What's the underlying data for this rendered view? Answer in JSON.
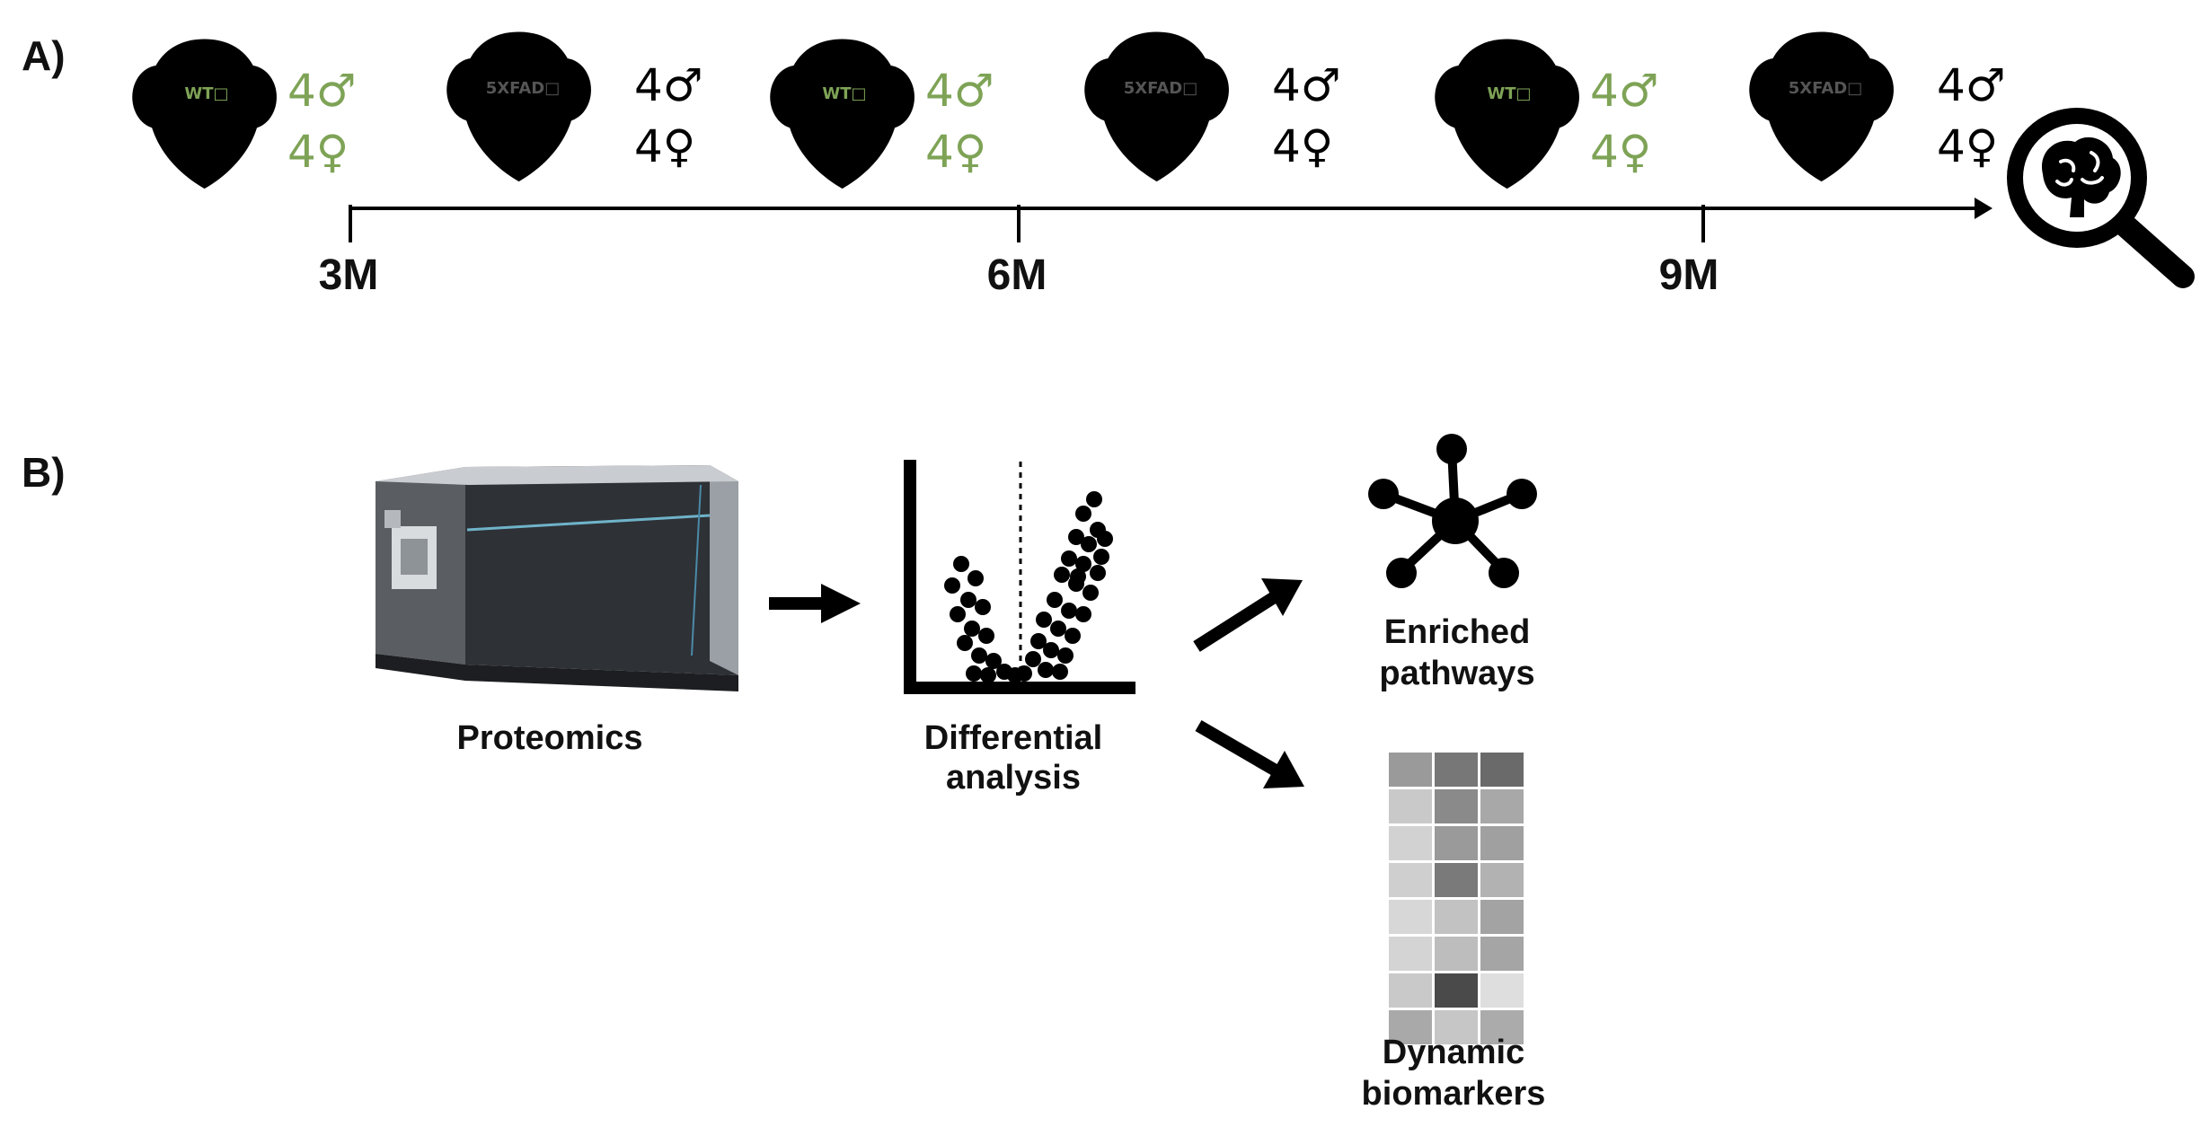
{
  "panel_a": {
    "label": "A)",
    "timepoints": [
      "3M",
      "6M",
      "9M"
    ],
    "groups": [
      {
        "wt_tag": "WT□",
        "wt_male": "4♂",
        "wt_female": "4♀",
        "fad_tag": "5XFAD□",
        "fad_male": "4♂",
        "fad_female": "4♀"
      },
      {
        "wt_tag": "WT□",
        "wt_male": "4♂",
        "wt_female": "4♀",
        "fad_tag": "5XFAD□",
        "fad_male": "4♂",
        "fad_female": "4♀"
      },
      {
        "wt_tag": "WT□",
        "wt_male": "4♂",
        "wt_female": "4♀",
        "fad_tag": "5XFAD□",
        "fad_male": "4♂",
        "fad_female": "4♀"
      }
    ],
    "end_icon": "brain-magnifier-icon"
  },
  "panel_b": {
    "label": "B)",
    "steps": {
      "proteomics": [
        "Proteomics"
      ],
      "differential": [
        "Differential",
        "analysis"
      ],
      "pathways": [
        "Enriched",
        "pathways"
      ],
      "biomarkers": [
        "Dynamic",
        "biomarkers"
      ]
    },
    "heatmap_grays": [
      [
        "#9a9a9a",
        "#777777",
        "#6a6a6a"
      ],
      [
        "#c9c9c9",
        "#8a8a8a",
        "#a8a8a8"
      ],
      [
        "#d2d2d2",
        "#9a9a9a",
        "#a0a0a0"
      ],
      [
        "#cfcfcf",
        "#7a7a7a",
        "#b2b2b2"
      ],
      [
        "#d7d7d7",
        "#c2c2c2",
        "#a3a3a3"
      ],
      [
        "#d4d4d4",
        "#bdbdbd",
        "#a5a5a5"
      ],
      [
        "#c9c9c9",
        "#4a4a4a",
        "#dedede"
      ],
      [
        "#a9a9a9",
        "#c6c6c6",
        "#ababab"
      ]
    ]
  },
  "colors": {
    "wt_green": "#7ea356",
    "wt_green_light": "#c8dcb0",
    "fad_gray": "#333333",
    "fad_ear": "#c4c4c4",
    "black": "#000000"
  }
}
